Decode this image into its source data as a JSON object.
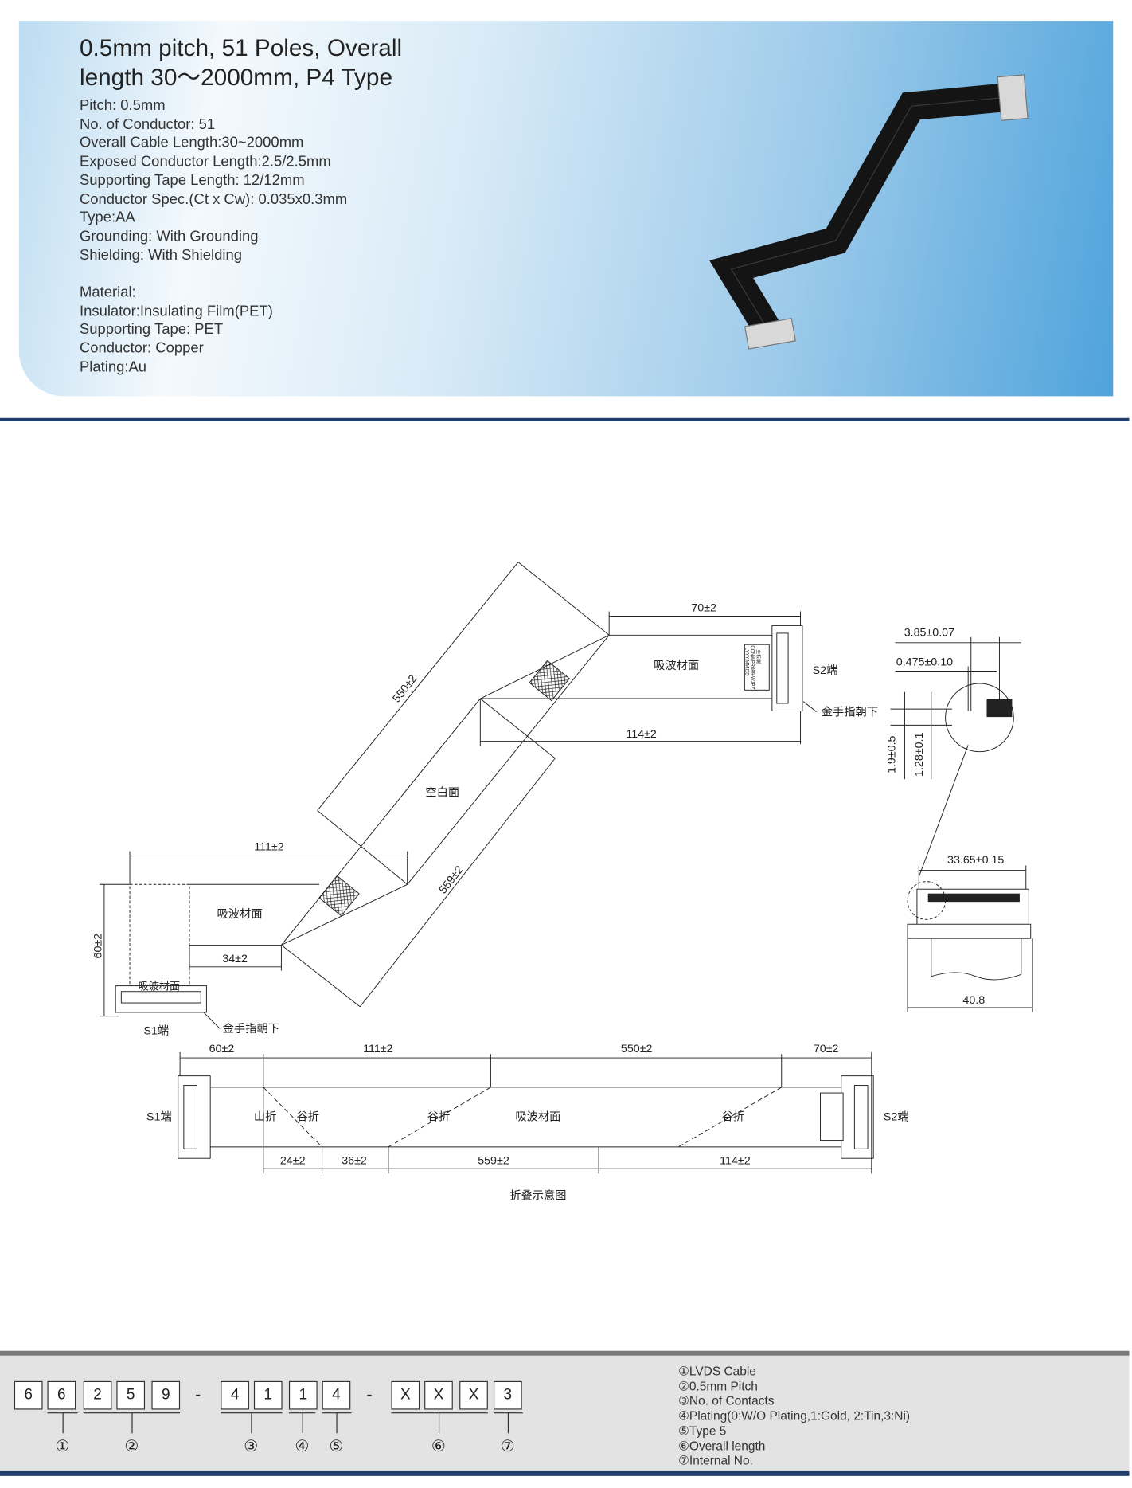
{
  "header": {
    "title_lines": [
      "0.5mm pitch, 51 Poles, Overall",
      "length 30～2000mm, P4 Type"
    ],
    "specs": [
      "Pitch: 0.5mm",
      "No. of Conductor: 51",
      "Overall Cable Length:30~2000mm",
      "Exposed Conductor Length:2.5/2.5mm",
      "Supporting Tape Length: 12/12mm",
      "Conductor Spec.(Ct x Cw): 0.035x0.3mm",
      "Type:AA",
      "Grounding: With Grounding",
      "Shielding: With Shielding"
    ],
    "material": [
      "Material:",
      "Insulator:Insulating Film(PET)",
      "Supporting Tape: PET",
      "Conductor: Copper",
      "Plating:Au"
    ]
  },
  "drawing": {
    "dim_70": "70±2",
    "dim_114": "114±2",
    "dim_550": "550±2",
    "dim_559": "559±2",
    "dim_111": "111±2",
    "dim_34": "34±2",
    "dim_60": "60±2",
    "absorb_face": "吸波材面",
    "blank_face": "空白面",
    "s1_end": "S1端",
    "s2_end": "S2端",
    "gold_finger_down": "金手指朝下",
    "detail_385": "3.85±0.07",
    "detail_0475": "0.475±0.10",
    "detail_19": "1.9±0.5",
    "detail_128": "1.28±0.1",
    "detail_3365": "33.65±0.15",
    "detail_408": "40.8",
    "label_text": [
      "主板端",
      "CCNWPR089-WJPZ",
      "LYYY.MM.DD"
    ],
    "fold": {
      "top_dims": [
        "60±2",
        "111±2",
        "550±2",
        "70±2"
      ],
      "bottom_dims": [
        "24±2",
        "36±2",
        "559±2",
        "114±2"
      ],
      "mountain_fold": "山折",
      "valley_fold": "谷折",
      "caption": "折叠示意图"
    }
  },
  "part_number": {
    "boxes": [
      "6",
      "6",
      "2",
      "5",
      "9",
      "4",
      "1",
      "1",
      "4",
      "X",
      "X",
      "X",
      "3"
    ],
    "separator": "-",
    "markers": [
      "①",
      "②",
      "③",
      "④",
      "⑤",
      "⑥",
      "⑦"
    ],
    "legend": [
      "①LVDS Cable",
      "②0.5mm Pitch",
      "③No. of Contacts",
      "④Plating(0:W/O Plating,1:Gold, 2:Tin,3:Ni)",
      "⑤Type 5",
      "⑥Overall length",
      "⑦Internal No."
    ]
  },
  "colors": {
    "accent_blue": "#4fa3dc",
    "navy": "#1f3e6e",
    "band_gray": "#e3e3e3"
  }
}
